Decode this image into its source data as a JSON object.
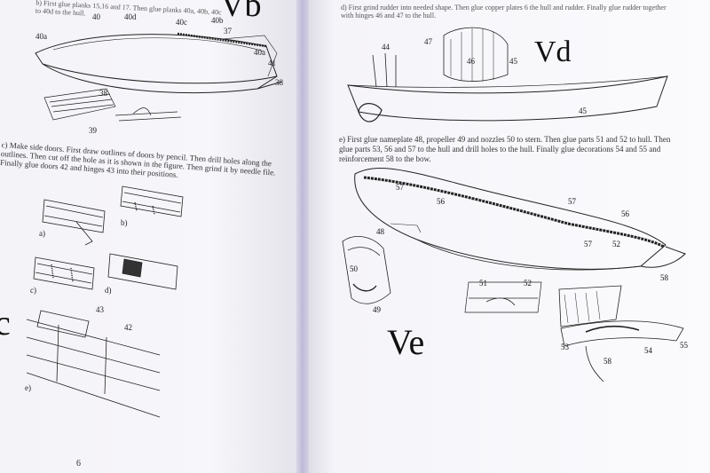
{
  "left_page": {
    "header_text": "b) First glue planks 15,16 and 17. Then glue planks 40a, 40b, 40c to 40d to the hull.",
    "figure_label_corner": "Vb",
    "instruction_c": "c) Make side doors. First draw outlines of doors by pencil. Then drill holes along the outlines. Then cut off the hole as it is shown in the figure. Then grind it by needle file. Finally glue doors 42 and hinges 43 into their positions.",
    "figure_label_side": "c",
    "sub_labels": [
      "a)",
      "b)",
      "c)",
      "d)",
      "e)"
    ],
    "part_numbers": [
      "40a",
      "40",
      "40d",
      "40c",
      "40b",
      "37",
      "40a",
      "41",
      "38",
      "38",
      "39",
      "43",
      "42"
    ],
    "page_number": "6"
  },
  "right_page": {
    "header_text": "d) First grind rudder into needed shape. Then glue copper plates 6 the hull and rudder. Finally glue rudder together with hinges 46 and 47 to the hull.",
    "figure_label_vd": "Vd",
    "instruction_e": "e) First glue nameplate 48, propeller 49 and nozzles 50 to stern. Then glue parts 51 and 52 to hull. Then glue parts 53, 56 and 57 to the hull and drill holes to the hull. Finally glue decorations 54 and 55 and reinforcement 58 to the bow.",
    "figure_label_ve": "Ve",
    "part_numbers_vd": [
      "44",
      "47",
      "46",
      "45",
      "45"
    ],
    "part_numbers_ve": [
      "57",
      "56",
      "57",
      "56",
      "57",
      "52",
      "48",
      "50",
      "49",
      "51",
      "52",
      "58",
      "53",
      "54",
      "55",
      "58"
    ]
  }
}
